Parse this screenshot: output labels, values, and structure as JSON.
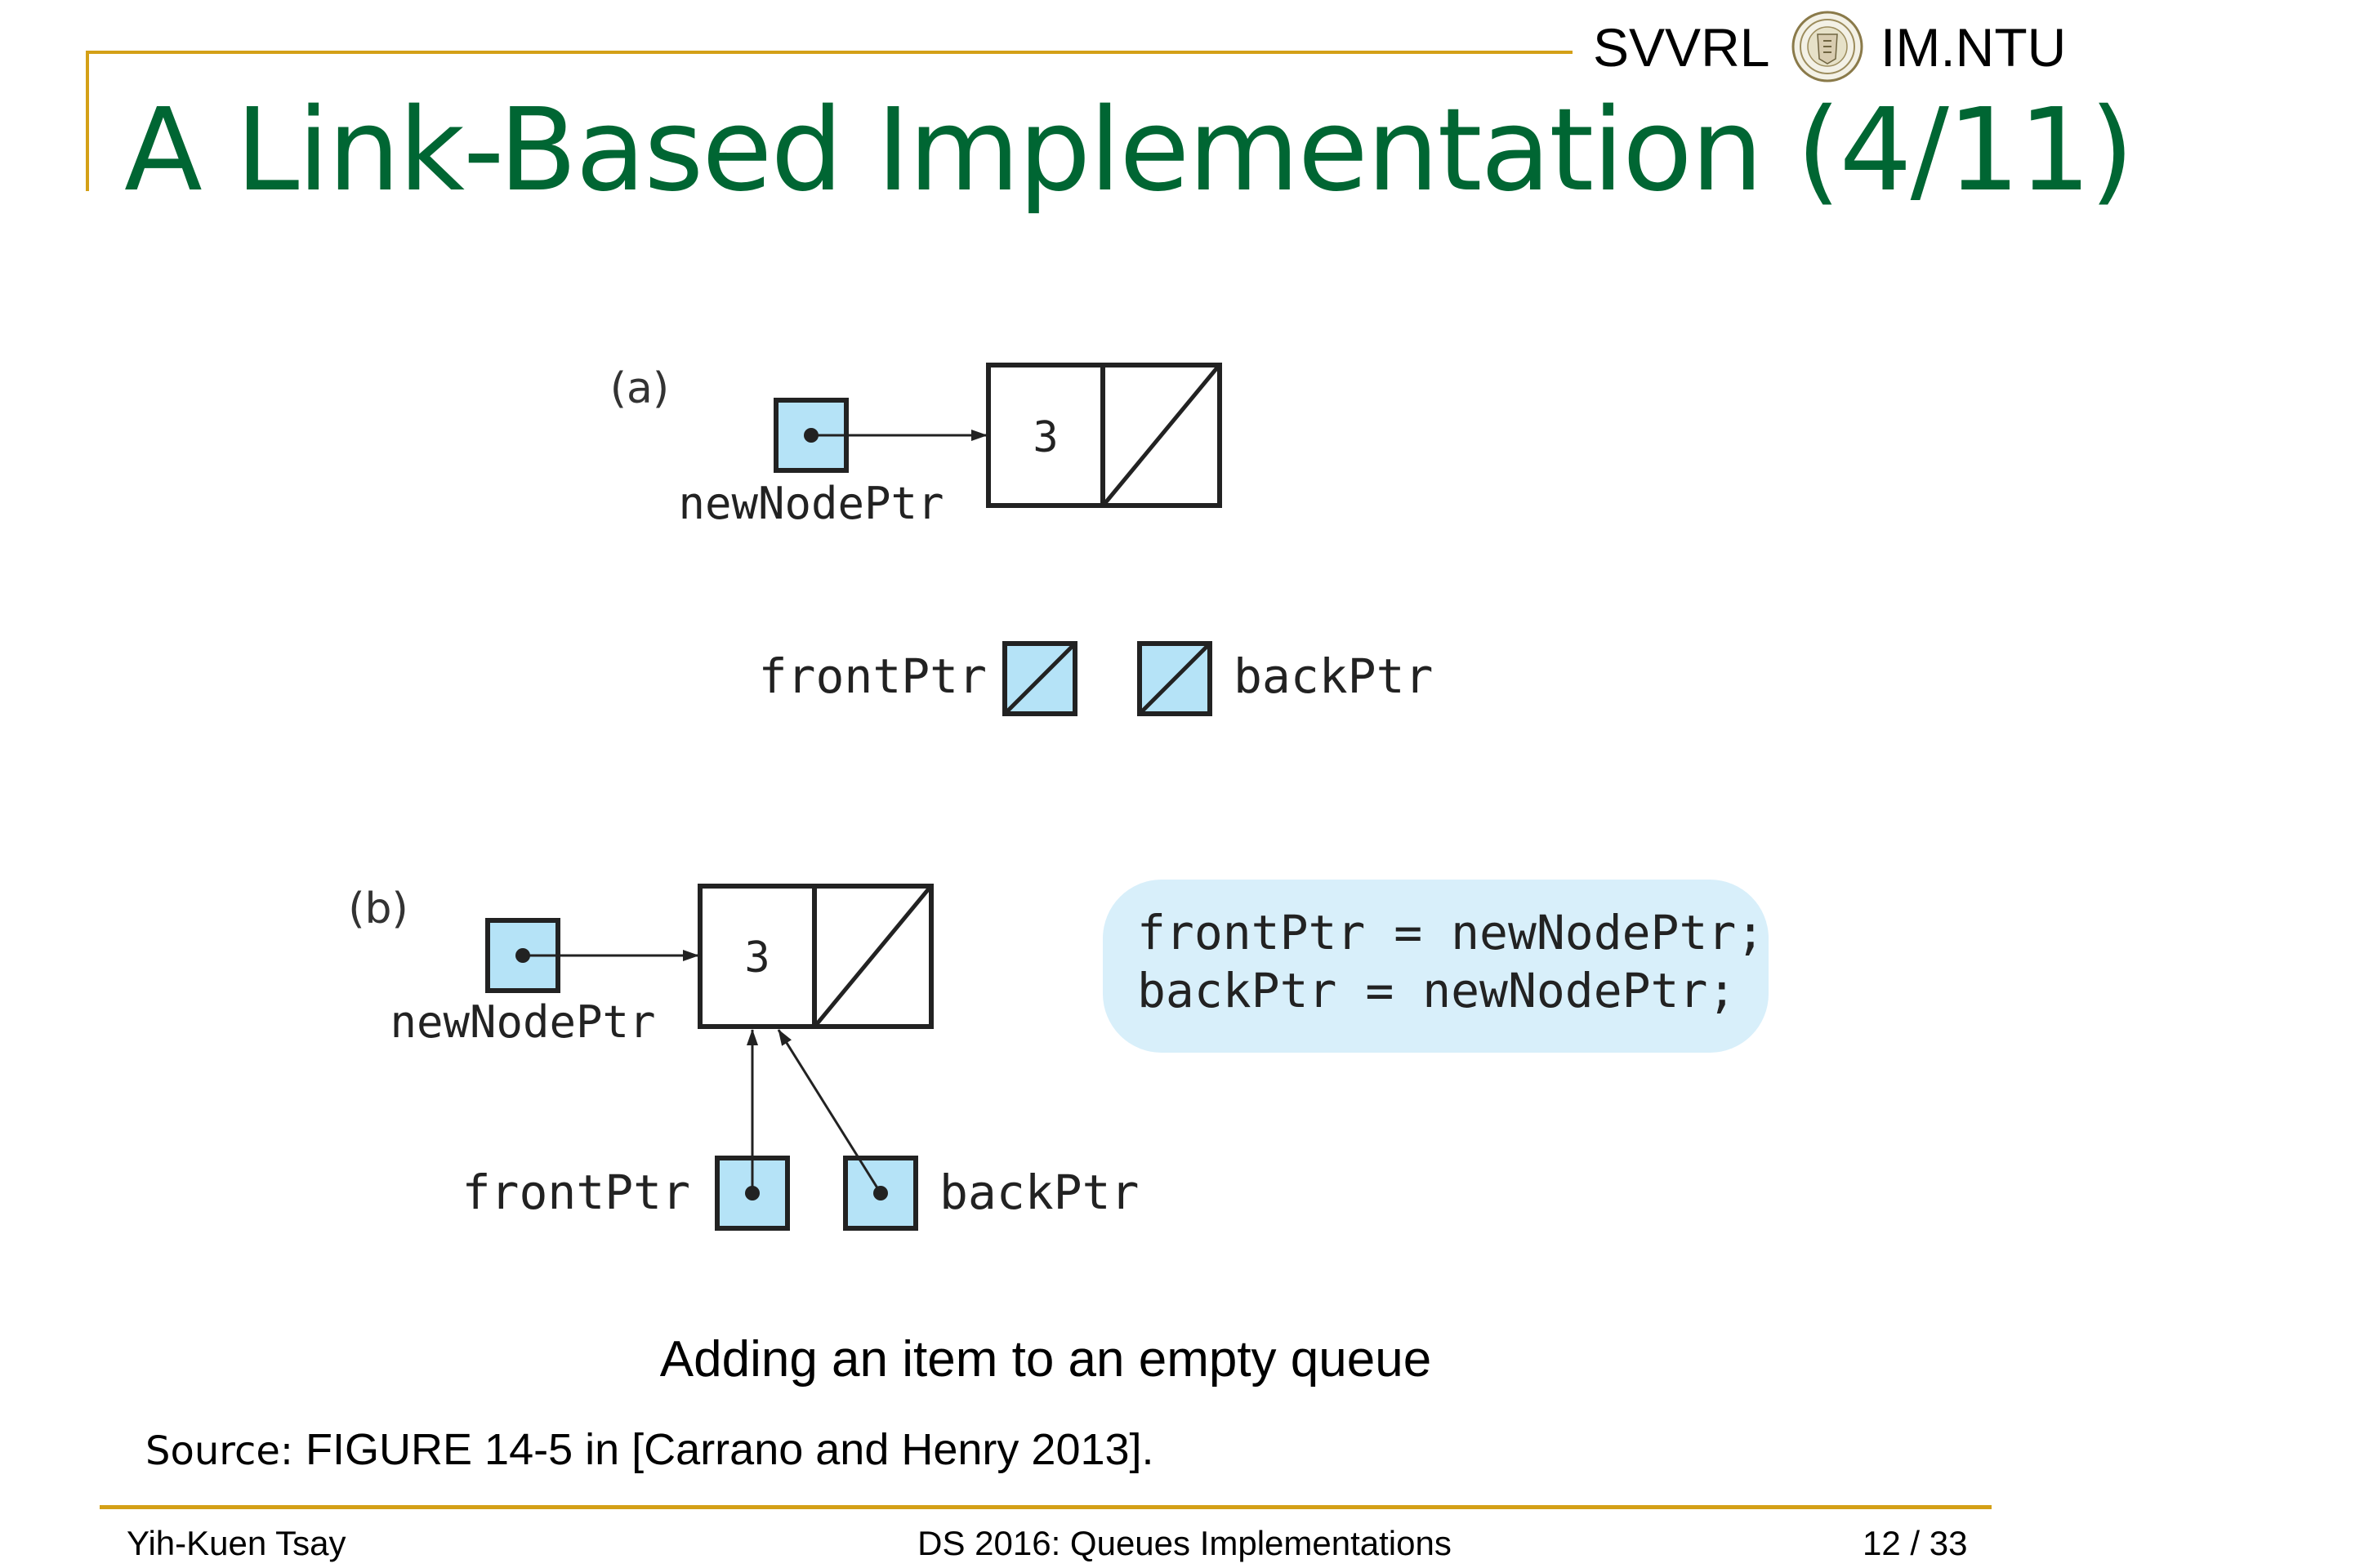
{
  "header": {
    "brand_left": "SVVRL",
    "brand_right": "IM.NTU",
    "title": "A Link-Based Implementation (4/11)"
  },
  "figure": {
    "part_a": {
      "label": "(a)",
      "node_value": "3",
      "new_node_ptr": "newNodePtr",
      "front_ptr": "frontPtr",
      "back_ptr": "backPtr"
    },
    "part_b": {
      "label": "(b)",
      "node_value": "3",
      "new_node_ptr": "newNodePtr",
      "front_ptr": "frontPtr",
      "back_ptr": "backPtr"
    },
    "code_lines": [
      "frontPtr = newNodePtr;",
      "backPtr = newNodePtr;"
    ],
    "colors": {
      "pointer_fill": "#B5E3F7",
      "code_box_fill": "#D8EFFA",
      "title_color": "#006633",
      "rule_color": "#D4A017"
    }
  },
  "caption": "Adding an item to an empty queue",
  "source": {
    "label": "Source:",
    "text": "FIGURE 14-5 in [Carrano and Henry 2013]."
  },
  "footer": {
    "author": "Yih-Kuen Tsay",
    "course": "DS 2016: Queues Implementations",
    "page": "12 / 33"
  }
}
